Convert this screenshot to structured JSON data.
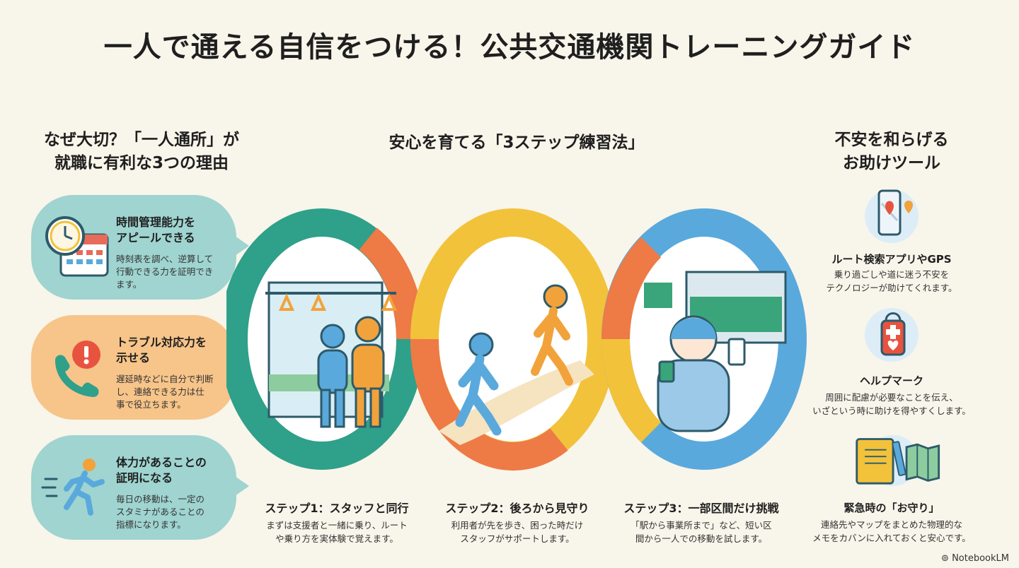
{
  "title": "一人で通える自信をつける！公共交通機関トレーニングガイド",
  "left": {
    "heading_l1": "なぜ大切？「一人通所」が",
    "heading_l2": "就職に有利な3つの理由",
    "items": [
      {
        "title_l1": "時間管理能力を",
        "title_l2": "アピールできる",
        "text_l1": "時刻表を調べ、逆算して",
        "text_l2": "行動できる力を証明でき",
        "text_l3": "ます。",
        "color": "#9fd4d0",
        "icon": "clock-calendar-icon"
      },
      {
        "title_l1": "トラブル対応力を",
        "title_l2": "示せる",
        "text_l1": "遅延時などに自分で判断",
        "text_l2": "し、連絡できる力は仕",
        "text_l3": "事で役立ちます。",
        "color": "#f7c489",
        "icon": "phone-alert-icon"
      },
      {
        "title_l1": "体力があることの",
        "title_l2": "証明になる",
        "text_l1": "毎日の移動は、一定の",
        "text_l2": "スタミナがあることの",
        "text_l3": "指標になります。",
        "color": "#9fd4d0",
        "icon": "running-person-icon"
      }
    ]
  },
  "center": {
    "heading": "安心を育てる「3ステップ練習法」",
    "steps": [
      {
        "title": "ステップ1：スタッフと同行",
        "text_l1": "まずは支援者と一緒に乗り、ルート",
        "text_l2": "や乗り方を実体験で覚えます。"
      },
      {
        "title": "ステップ2：後ろから見守り",
        "text_l1": "利用者が先を歩き、困った時だけ",
        "text_l2": "スタッフがサポートします。"
      },
      {
        "title": "ステップ3：一部区間だけ挑戦",
        "text_l1": "「駅から事業所まで」など、短い区",
        "text_l2": "間から一人での移動を試します。"
      }
    ]
  },
  "right": {
    "heading_l1": "不安を和らげる",
    "heading_l2": "お助けツール",
    "tools": [
      {
        "title": "ルート検索アプリやGPS",
        "text_l1": "乗り過ごしや道に迷う不安を",
        "text_l2": "テクノロジーが助けてくれます。",
        "icon": "smartphone-map-icon"
      },
      {
        "title": "ヘルプマーク",
        "text_l1": "周囲に配慮が必要なことを伝え、",
        "text_l2": "いざという時に助けを得やすくします。",
        "icon": "help-mark-icon"
      },
      {
        "title": "緊急時の「お守り」",
        "text_l1": "連絡先やマップをまとめた物理的な",
        "text_l2": "メモをカバンに入れておくと安心です。",
        "icon": "notebook-map-icon"
      }
    ]
  },
  "brand": "NotebookLM",
  "colors": {
    "teal": "#2fa08a",
    "orange": "#ee7a45",
    "yellow": "#f2c23b",
    "blue": "#5aa9dc",
    "bubble_teal": "#9fd4d0",
    "bubble_orange": "#f7c489"
  }
}
